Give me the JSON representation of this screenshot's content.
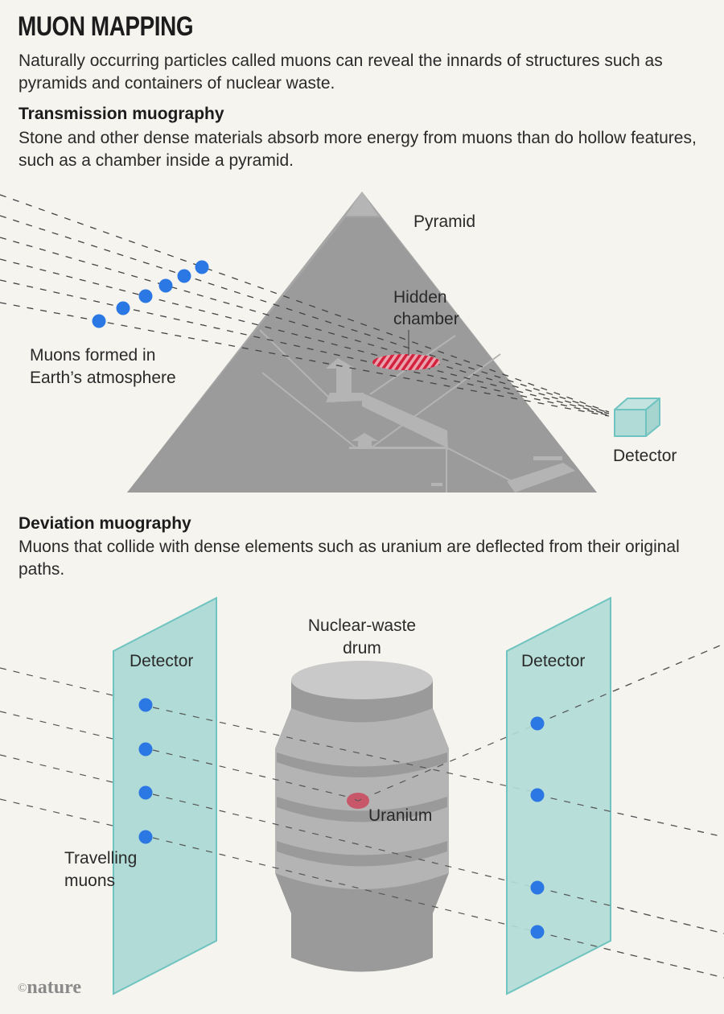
{
  "header": {
    "title": "MUON MAPPING",
    "intro": "Naturally occurring particles called muons can reveal the innards of structures such as pyramids and containers of nuclear waste."
  },
  "transmission": {
    "heading": "Transmission muography",
    "description": "Stone and other dense materials absorb more energy from muons than do hollow features, such as a chamber inside a pyramid.",
    "labels": {
      "pyramid": "Pyramid",
      "chamber_line1": "Hidden",
      "chamber_line2": "chamber",
      "muons_line1": "Muons formed in",
      "muons_line2": "Earth’s atmosphere",
      "detector": "Detector"
    },
    "muon_count": 6
  },
  "deviation": {
    "heading": "Deviation muography",
    "description": "Muons that collide with dense elements such as uranium are deflected from their original paths.",
    "labels": {
      "left_detector": "Detector",
      "right_detector": "Detector",
      "drum_line1": "Nuclear-waste",
      "drum_line2": "drum",
      "uranium": "Uranium",
      "travelling_line1": "Travelling",
      "travelling_line2": "muons"
    },
    "muon_count_left": 4,
    "muon_count_right": 4
  },
  "colors": {
    "background": "#f5f4ee",
    "muon": "#2b78e4",
    "detector_fill": "#b1dbd6",
    "detector_stroke": "#6fc3c0",
    "pyramid": "#9b9b9b",
    "pyramid_features": "#b4b4b4",
    "chamber": "#d4213d",
    "uranium": "#c9576a",
    "drum_light": "#b4b4b4",
    "drum_dark": "#9a9a9a",
    "drum_top": "#c9c9c9"
  },
  "credit": {
    "symbol": "©",
    "text": "nature"
  }
}
